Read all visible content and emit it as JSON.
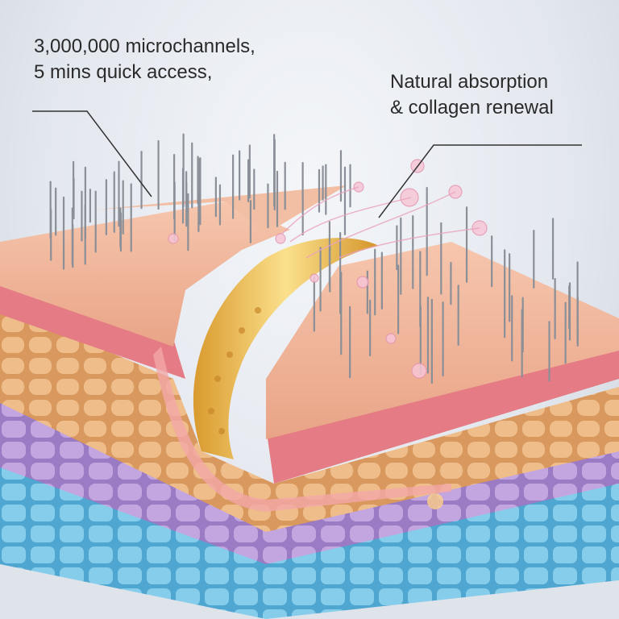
{
  "annotations": {
    "left": {
      "line1": "3,000,000 microchannels,",
      "line2": "5 mins quick access,"
    },
    "right": {
      "line1": "Natural absorption",
      "line2": "& collagen renewal"
    }
  },
  "colors": {
    "epidermis": "#f2b89c",
    "dermis": "#e57b84",
    "fat_cells": "#ecb784",
    "purple_cells": "#b99ad8",
    "blue_cells": "#7cc4e4",
    "serum_tube": "#f3c457",
    "needle": "#8a8f98"
  }
}
